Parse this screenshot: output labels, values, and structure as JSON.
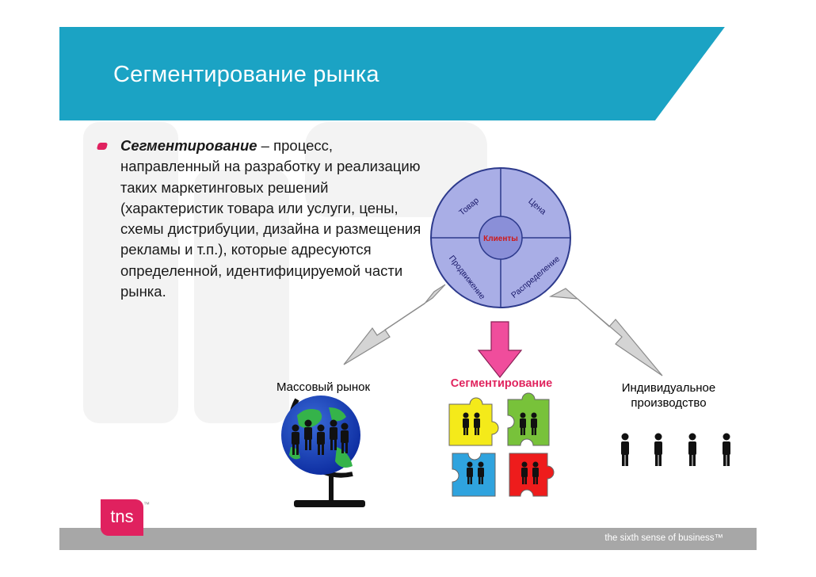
{
  "slide": {
    "title": "Сегментирование рынка",
    "definition_term": "Сегментирование",
    "definition_text": " – процесс, направленный на разработку и реализацию таких маркетинговых решений (характеристик товара или услуги, цены, схемы дистрибуции, дизайна и размещения рекламы и т.п.), которые адресуются определенной, идентифицируемой части рынка."
  },
  "diagram": {
    "center_label": "Клиенты",
    "quadrants": [
      "Товар",
      "Цена",
      "Продвижение",
      "Распределение"
    ],
    "mass_market_label": "Массовый рынок",
    "segmentation_label": "Сегментирование",
    "individual_label_line1": "Индивидуальное",
    "individual_label_line2": "производство"
  },
  "footer": {
    "logo_text": "tns",
    "tm": "™",
    "tagline": "the sixth sense of business™"
  },
  "colors": {
    "header": "#1ba3c4",
    "accent": "#e0215f",
    "wheel": "#a9aee6",
    "footer": "#a7a7a7"
  }
}
